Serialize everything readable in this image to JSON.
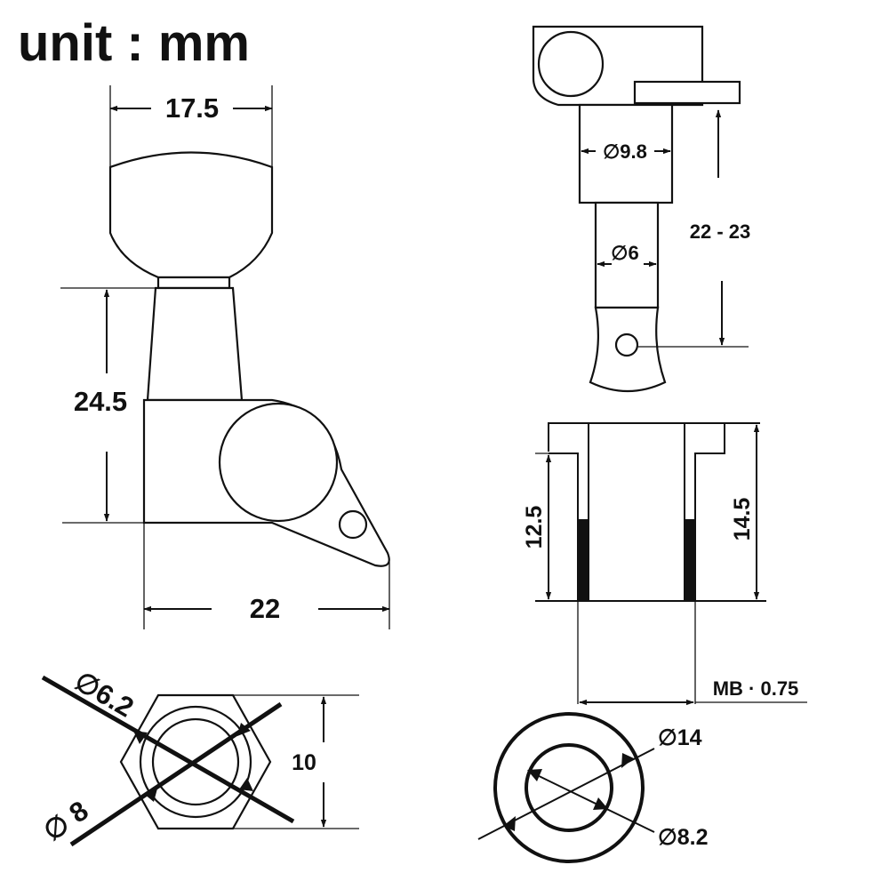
{
  "title": "unit : mm",
  "side_view": {
    "knob_width": "17.5",
    "height": "24.5",
    "base_length": "22"
  },
  "post_view": {
    "post_diameter": "∅9.8",
    "shaft_diameter": "∅6",
    "height_range": "22 - 23"
  },
  "bushing_section": {
    "inner_height": "12.5",
    "outer_height": "14.5",
    "thread": "MB · 0.75"
  },
  "hex_nut": {
    "inner_diameter": "∅6.2",
    "outer_diameter": "∅ 8",
    "across_flats": "10"
  },
  "washer": {
    "outer_diameter": "∅14",
    "inner_diameter": "∅8.2"
  }
}
